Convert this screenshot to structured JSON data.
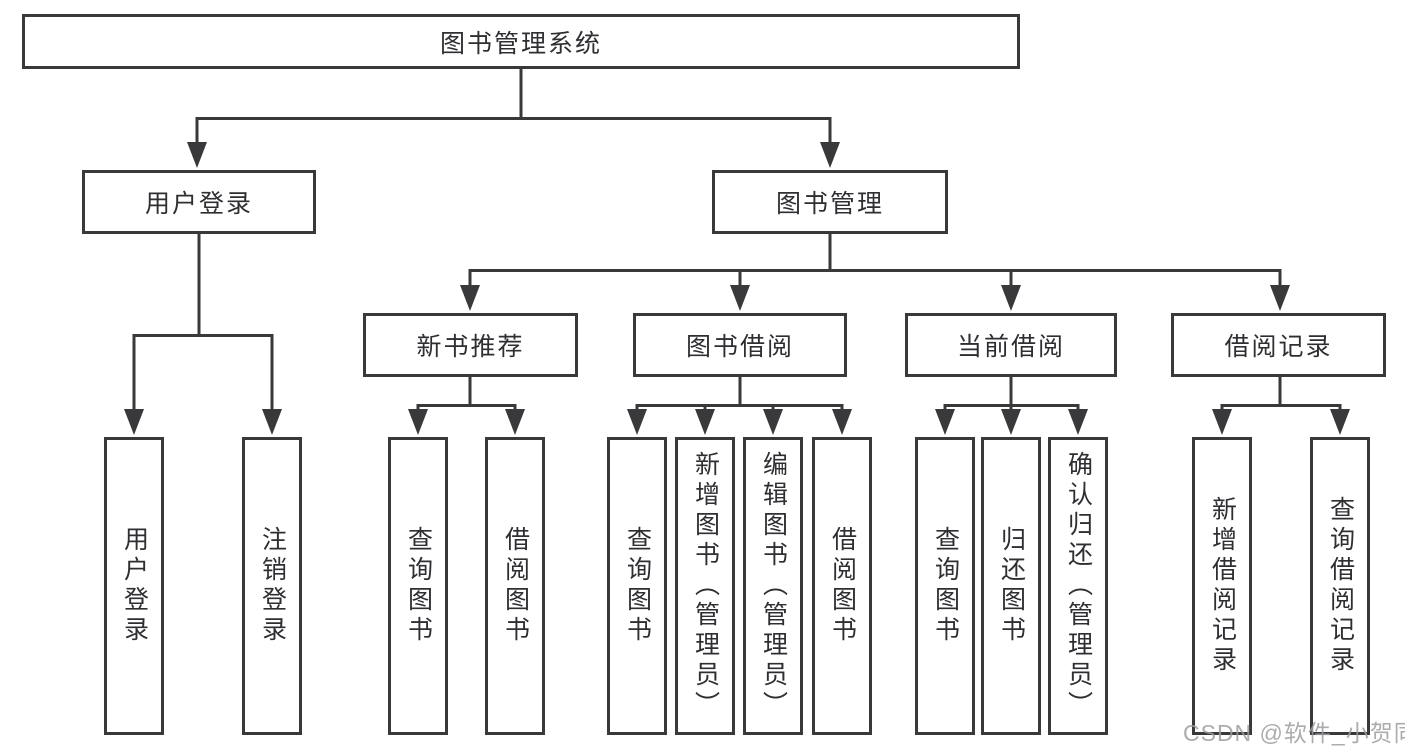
{
  "diagram": {
    "title": "图书管理系统",
    "nodes": {
      "root": "图书管理系统",
      "level2": [
        "用户登录",
        "图书管理"
      ],
      "level3": [
        "新书推荐",
        "图书借阅",
        "当前借阅",
        "借阅记录"
      ],
      "leaves_login": [
        "用户登录",
        "注销登录"
      ],
      "leaves_newbook": [
        "查询图书",
        "借阅图书"
      ],
      "leaves_borrow": [
        "查询图书",
        "新增图书（管理员）",
        "编辑图书（管理员）",
        "借阅图书"
      ],
      "leaves_current": [
        "查询图书",
        "归还图书",
        "确认归还（管理员）"
      ],
      "leaves_records": [
        "新增借阅记录",
        "查询借阅记录"
      ]
    },
    "colors": {
      "stroke": "#39393b",
      "text": "#2f2f33",
      "background": "#ffffff",
      "watermark": "#9e9ea0"
    }
  },
  "watermark": {
    "text": "CSDN @软件_小贺同学"
  }
}
